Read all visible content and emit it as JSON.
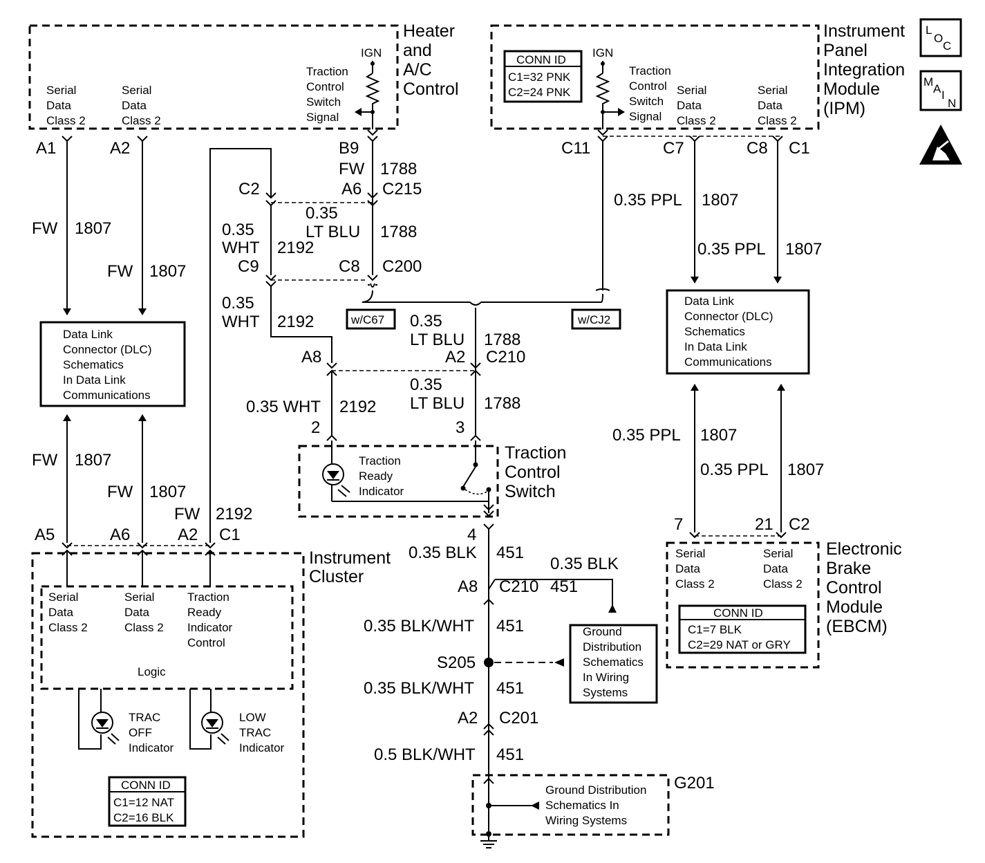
{
  "heater": {
    "title": [
      "Heater",
      "and",
      "A/C",
      "Control"
    ],
    "sdc1": [
      "Serial",
      "Data",
      "Class 2"
    ],
    "sdc2": [
      "Serial",
      "Data",
      "Class 2"
    ],
    "ign": "IGN",
    "tcs_signal": [
      "Traction",
      "Control",
      "Switch",
      "Signal"
    ],
    "pin_a1": "A1",
    "pin_a2": "A2",
    "pin_b9": "B9"
  },
  "ipm": {
    "title": [
      "Instrument",
      "Panel",
      "Integration",
      "Module",
      "(IPM)"
    ],
    "conn_id_title": "CONN ID",
    "conn_id_lines": [
      "C1=32 PNK",
      "C2=24 PNK"
    ],
    "ign": "IGN",
    "tcs_signal": [
      "Traction",
      "Control",
      "Switch",
      "Signal"
    ],
    "sdc1": [
      "Serial",
      "Data",
      "Class 2"
    ],
    "sdc2": [
      "Serial",
      "Data",
      "Class 2"
    ],
    "pin_c11": "C11",
    "pin_c7": "C7",
    "pin_c8": "C8",
    "conn_c1": "C1"
  },
  "symbols": {
    "loc": [
      "L",
      "O",
      "C"
    ],
    "main": [
      "M",
      "A",
      "I",
      "N"
    ],
    "esd": "esd-warning"
  },
  "wires": {
    "fw": "FW",
    "n1807": "1807",
    "n1788": "1788",
    "n2192": "2192",
    "n451": "451",
    "ppl": "0.35 PPL",
    "wht": "0.35 WHT",
    "ltblu": "0.35 LT BLU",
    "blk": "0.35 BLK",
    "blkwht": "0.35 BLK/WHT",
    "blkwht05": "0.5 BLK/WHT",
    "c2": "C2",
    "a6": "A6",
    "c215": "C215",
    "c9": "C9",
    "c8": "C8",
    "c200": "C200",
    "gauge035": "0.35",
    "wht_only": "WHT",
    "ltblu_only": "LT BLU",
    "wc67": "w/C67",
    "wcj2": "w/CJ2",
    "a8": "A8",
    "a2": "A2",
    "c210": "C210",
    "pin2": "2",
    "pin3": "3",
    "pin4": "4",
    "s205": "S205",
    "c201": "C201"
  },
  "dlc": {
    "lines": [
      "Data Link",
      "Connector (DLC)",
      "Schematics",
      "In Data Link",
      "Communications"
    ]
  },
  "tcs": {
    "title": [
      "Traction",
      "Control",
      "Switch"
    ],
    "indicator": [
      "Traction",
      "Ready",
      "Indicator"
    ]
  },
  "cluster": {
    "title": [
      "Instrument",
      "Cluster"
    ],
    "pins": [
      "A5",
      "A6",
      "A2"
    ],
    "conn_c1": "C1",
    "sdc": [
      "Serial",
      "Data",
      "Class 2"
    ],
    "trc": [
      "Traction",
      "Ready",
      "Indicator",
      "Control"
    ],
    "logic": "Logic",
    "trac_off": [
      "TRAC",
      "OFF",
      "Indicator"
    ],
    "low_trac": [
      "LOW",
      "TRAC",
      "Indicator"
    ],
    "conn_id_title": "CONN ID",
    "conn_id_lines": [
      "C1=12 NAT",
      "C2=16 BLK"
    ]
  },
  "ebcm": {
    "title": [
      "Electronic",
      "Brake",
      "Control",
      "Module",
      "(EBCM)"
    ],
    "sdc": [
      "Serial",
      "Data",
      "Class 2"
    ],
    "pin7": "7",
    "pin21": "21",
    "conn_c2": "C2",
    "conn_id_title": "CONN ID",
    "conn_id_lines": [
      "C1=7 BLK",
      "C2=29 NAT or GRY"
    ]
  },
  "ground": {
    "dist": [
      "Ground",
      "Distribution",
      "Schematics",
      "In Wiring",
      "Systems"
    ],
    "g201_label": "G201",
    "g201_text": [
      "Ground Distribution",
      "Schematics In",
      "Wiring Systems"
    ]
  }
}
